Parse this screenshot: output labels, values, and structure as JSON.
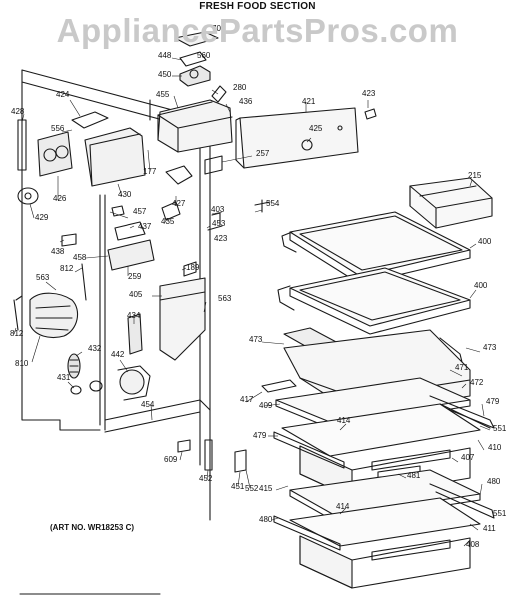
{
  "title": "FRESH FOOD SECTION",
  "watermark": "AppliancePartsPros.com",
  "art_number": "(ART NO. WR18253 C)",
  "callouts": [
    {
      "id": "c-1",
      "text": "1"
    },
    {
      "id": "c-70",
      "text": "70"
    },
    {
      "id": "c-448",
      "text": "448"
    },
    {
      "id": "c-560",
      "text": "560"
    },
    {
      "id": "c-450",
      "text": "450"
    },
    {
      "id": "c-280",
      "text": "280"
    },
    {
      "id": "c-455",
      "text": "455"
    },
    {
      "id": "c-436",
      "text": "436"
    },
    {
      "id": "c-421",
      "text": "421"
    },
    {
      "id": "c-423a",
      "text": "423"
    },
    {
      "id": "c-424",
      "text": "424"
    },
    {
      "id": "c-428",
      "text": "428"
    },
    {
      "id": "c-556",
      "text": "556"
    },
    {
      "id": "c-425",
      "text": "425"
    },
    {
      "id": "c-257",
      "text": "257"
    },
    {
      "id": "c-177",
      "text": "177"
    },
    {
      "id": "c-426",
      "text": "426"
    },
    {
      "id": "c-430",
      "text": "430"
    },
    {
      "id": "c-427",
      "text": "427"
    },
    {
      "id": "c-215",
      "text": "215"
    },
    {
      "id": "c-429",
      "text": "429"
    },
    {
      "id": "c-457",
      "text": "457"
    },
    {
      "id": "c-437",
      "text": "437"
    },
    {
      "id": "c-435",
      "text": "435"
    },
    {
      "id": "c-403",
      "text": "403"
    },
    {
      "id": "c-554",
      "text": "554"
    },
    {
      "id": "c-453",
      "text": "453"
    },
    {
      "id": "c-423b",
      "text": "423"
    },
    {
      "id": "c-400a",
      "text": "400"
    },
    {
      "id": "c-438",
      "text": "438"
    },
    {
      "id": "c-458",
      "text": "458"
    },
    {
      "id": "c-812a",
      "text": "812"
    },
    {
      "id": "c-563a",
      "text": "563"
    },
    {
      "id": "c-259",
      "text": "259"
    },
    {
      "id": "c-189",
      "text": "189"
    },
    {
      "id": "c-405",
      "text": "405"
    },
    {
      "id": "c-400b",
      "text": "400"
    },
    {
      "id": "c-563b",
      "text": "563"
    },
    {
      "id": "c-434",
      "text": "434"
    },
    {
      "id": "c-812b",
      "text": "812"
    },
    {
      "id": "c-810",
      "text": "810"
    },
    {
      "id": "c-432",
      "text": "432"
    },
    {
      "id": "c-442",
      "text": "442"
    },
    {
      "id": "c-473a",
      "text": "473"
    },
    {
      "id": "c-473b",
      "text": "473"
    },
    {
      "id": "c-471",
      "text": "471"
    },
    {
      "id": "c-431",
      "text": "431"
    },
    {
      "id": "c-472",
      "text": "472"
    },
    {
      "id": "c-417",
      "text": "417"
    },
    {
      "id": "c-409",
      "text": "409"
    },
    {
      "id": "c-479a",
      "text": "479"
    },
    {
      "id": "c-454",
      "text": "454"
    },
    {
      "id": "c-414a",
      "text": "414"
    },
    {
      "id": "c-551a",
      "text": "551"
    },
    {
      "id": "c-479b",
      "text": "479"
    },
    {
      "id": "c-410",
      "text": "410"
    },
    {
      "id": "c-609",
      "text": "609"
    },
    {
      "id": "c-407",
      "text": "407"
    },
    {
      "id": "c-452",
      "text": "452"
    },
    {
      "id": "c-481",
      "text": "481"
    },
    {
      "id": "c-451",
      "text": "451"
    },
    {
      "id": "c-415",
      "text": "415"
    },
    {
      "id": "c-480a",
      "text": "480"
    },
    {
      "id": "c-552",
      "text": "552"
    },
    {
      "id": "c-414b",
      "text": "414"
    },
    {
      "id": "c-551b",
      "text": "551"
    },
    {
      "id": "c-480b",
      "text": "480"
    },
    {
      "id": "c-411",
      "text": "411"
    },
    {
      "id": "c-408",
      "text": "408"
    }
  ]
}
